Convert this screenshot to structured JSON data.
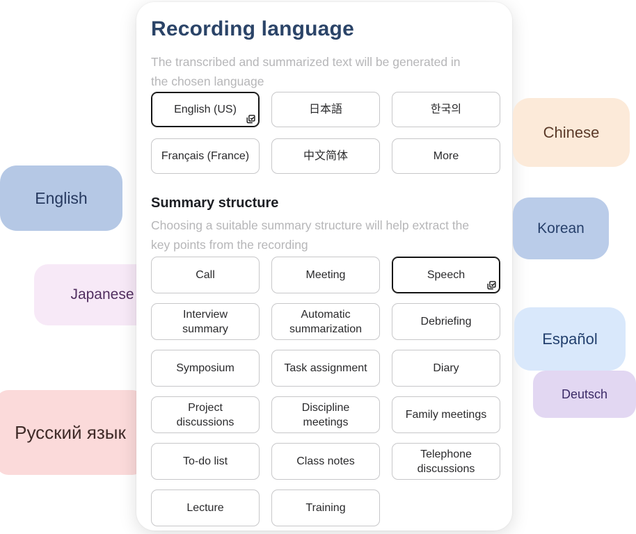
{
  "card": {
    "title": "Recording language",
    "subtitle": "The transcribed and summarized text will be generated in the chosen language",
    "language_options": [
      {
        "label": "English (US)",
        "selected": true
      },
      {
        "label": "日本語",
        "selected": false
      },
      {
        "label": "한국의",
        "selected": false
      },
      {
        "label": "Français (France)",
        "selected": false
      },
      {
        "label": "中文简体",
        "selected": false
      },
      {
        "label": "More",
        "selected": false
      }
    ],
    "summary": {
      "heading": "Summary structure",
      "subtitle": "Choosing a suitable summary structure will help extract the key points from the recording",
      "options": [
        {
          "label": "Call",
          "selected": false
        },
        {
          "label": "Meeting",
          "selected": false
        },
        {
          "label": "Speech",
          "selected": true
        },
        {
          "label": "Interview summary",
          "selected": false
        },
        {
          "label": "Automatic summarization",
          "selected": false
        },
        {
          "label": "Debriefing",
          "selected": false
        },
        {
          "label": "Symposium",
          "selected": false
        },
        {
          "label": "Task assignment",
          "selected": false
        },
        {
          "label": "Diary",
          "selected": false
        },
        {
          "label": "Project discussions",
          "selected": false
        },
        {
          "label": "Discipline meetings",
          "selected": false
        },
        {
          "label": "Family meetings",
          "selected": false
        },
        {
          "label": "To-do list",
          "selected": false
        },
        {
          "label": "Class notes",
          "selected": false
        },
        {
          "label": "Telephone discussions",
          "selected": false
        },
        {
          "label": "Lecture",
          "selected": false
        },
        {
          "label": "Training",
          "selected": false
        }
      ]
    }
  },
  "floating_tags": [
    {
      "id": "chinese",
      "label": "Chinese",
      "bg": "#fcead9",
      "color": "#5b3a29"
    },
    {
      "id": "english",
      "label": "English",
      "bg": "#b5c8e5",
      "color": "#26395f"
    },
    {
      "id": "korean",
      "label": "Korean",
      "bg": "#bacce9",
      "color": "#27406b"
    },
    {
      "id": "japanese",
      "label": "Japanese",
      "bg": "#f7e9f7",
      "color": "#522f60"
    },
    {
      "id": "espanol",
      "label": "Español",
      "bg": "#d9e8fb",
      "color": "#23406e"
    },
    {
      "id": "deutsch",
      "label": "Deutsch",
      "bg": "#e2d7f2",
      "color": "#3b2a67"
    },
    {
      "id": "russian",
      "label": "Русский язык",
      "bg": "#fbdada",
      "color": "#3f2b28"
    }
  ],
  "colors": {
    "title": "#2b4468",
    "subtitle_gray": "#b6b6b8",
    "button_border": "#c7c7c9",
    "selected_border": "#141414",
    "card_bg": "#ffffff"
  }
}
